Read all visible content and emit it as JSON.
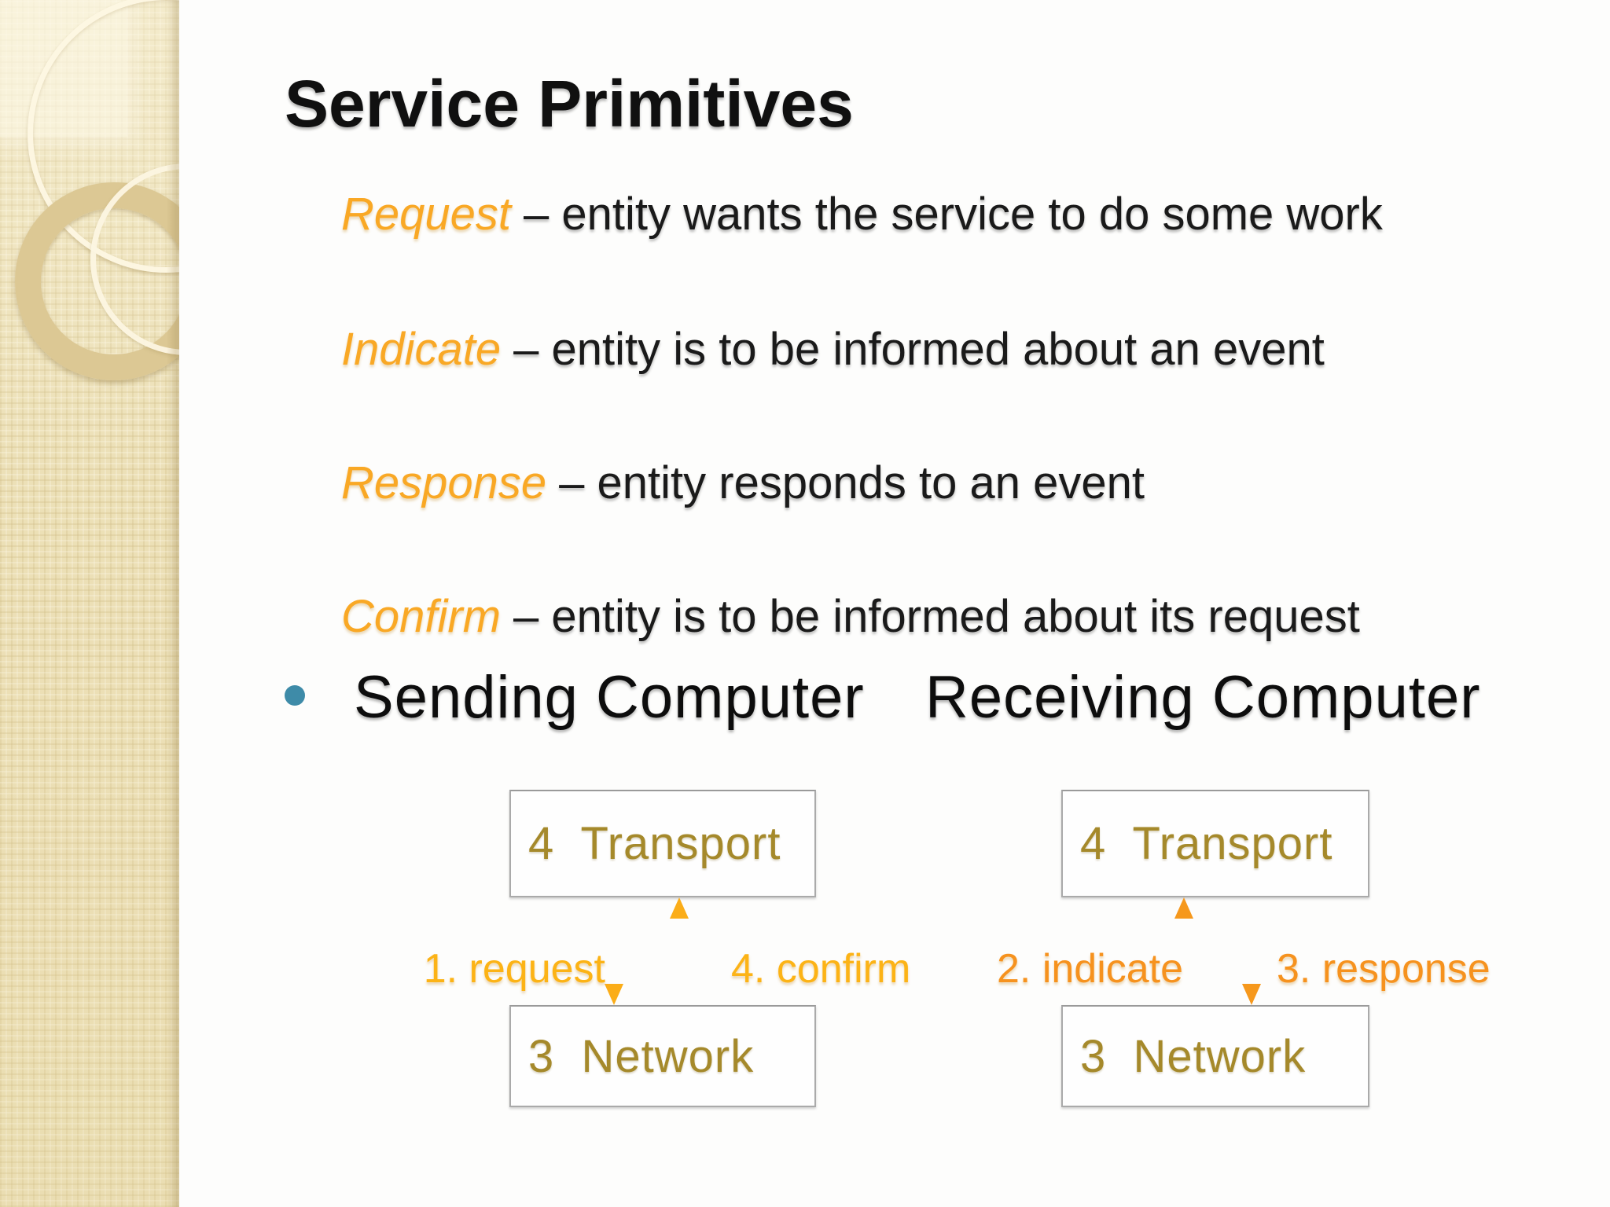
{
  "slide": {
    "title": "Service Primitives",
    "definitions": [
      {
        "term": "Request",
        "description": "– entity wants the service to do some work"
      },
      {
        "term": "Indicate",
        "description": "– entity is to be informed about an event"
      },
      {
        "term": "Response",
        "description": "– entity responds to an event"
      },
      {
        "term": "Confirm",
        "description": "– entity is to be informed about its request"
      }
    ],
    "headings": {
      "sending": "Sending Computer",
      "receiving": "Receiving Computer"
    },
    "diagram": {
      "sending": {
        "top_box": "4  Transport",
        "bottom_box": "3  Network",
        "down_arrow_label": "1. request",
        "up_arrow_label": "4. confirm"
      },
      "receiving": {
        "top_box": "4  Transport",
        "bottom_box": "3  Network",
        "up_arrow_label": "2. indicate",
        "down_arrow_label": "3. response"
      }
    },
    "colors": {
      "term_accent": "#F9A825",
      "box_text_gold": "#A5892B",
      "arrow_gold": "#FBAD18",
      "arrow_orange": "#F6981C",
      "label_gold": "#FCB316",
      "label_orange": "#F6921E",
      "bullet_teal": "#3E8BA8",
      "sidebar_beige": "#ECE0B8"
    }
  }
}
